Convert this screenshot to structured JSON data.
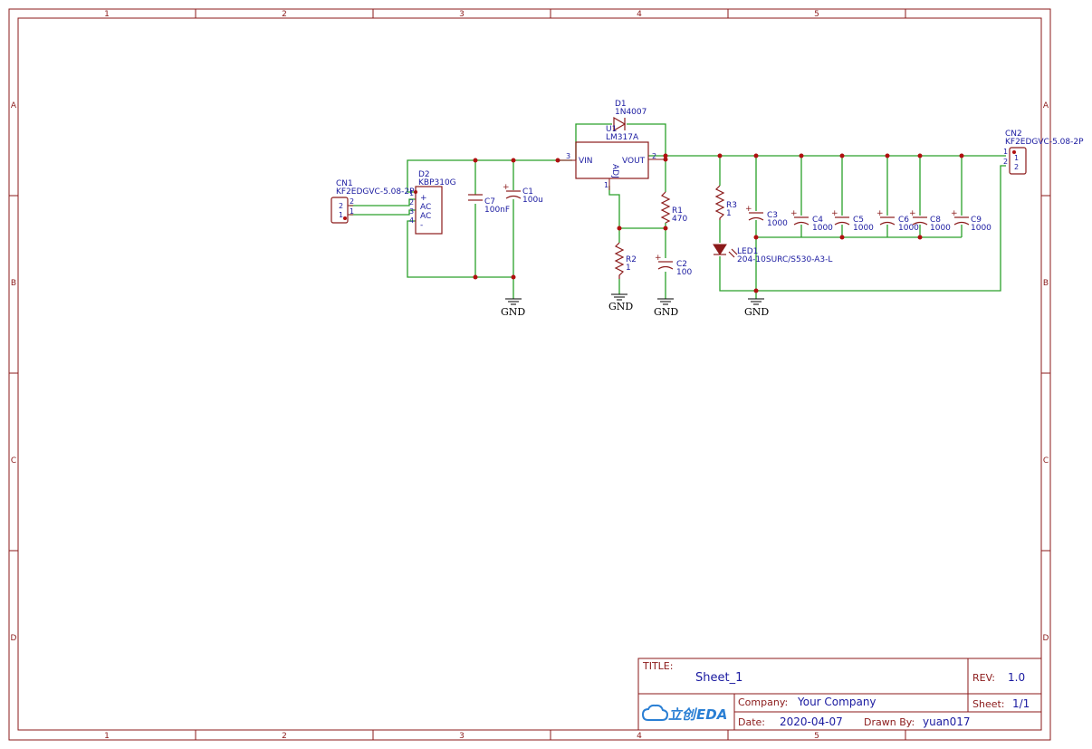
{
  "grid": {
    "columns": [
      "1",
      "2",
      "3",
      "4",
      "5"
    ],
    "rows": [
      "A",
      "B",
      "C",
      "D"
    ]
  },
  "components": {
    "cn1": {
      "ref": "CN1",
      "value": "KF2EDGVC-5.08-2P",
      "pins": [
        "2",
        "1"
      ]
    },
    "d2": {
      "ref": "D2",
      "value": "KBP310G",
      "pins": [
        "1",
        "2",
        "3",
        "4"
      ],
      "pin_names": [
        "+",
        "AC",
        "AC",
        "-"
      ]
    },
    "c7": {
      "ref": "C7",
      "value": "100nF"
    },
    "c1": {
      "ref": "C1",
      "value": "100u"
    },
    "d1": {
      "ref": "D1",
      "value": "1N4007"
    },
    "u1": {
      "ref": "U1",
      "value": "LM317A",
      "pin_vin": "VIN",
      "pin_vout": "VOUT",
      "pin_adj": "ADJ",
      "num_vin": "3",
      "num_vout": "2",
      "num_adj": "1"
    },
    "r1": {
      "ref": "R1",
      "value": "470"
    },
    "r2": {
      "ref": "R2",
      "value": "1"
    },
    "c2": {
      "ref": "C2",
      "value": "100"
    },
    "r3": {
      "ref": "R3",
      "value": "1"
    },
    "led1": {
      "ref": "LED1",
      "value": "204-10SURC/S530-A3-L"
    },
    "c3": {
      "ref": "C3",
      "value": "1000"
    },
    "c4": {
      "ref": "C4",
      "value": "1000"
    },
    "c5": {
      "ref": "C5",
      "value": "1000"
    },
    "c6": {
      "ref": "C6",
      "value": "1000"
    },
    "c8": {
      "ref": "C8",
      "value": "1000"
    },
    "c9": {
      "ref": "C9",
      "value": "1000"
    },
    "cn2": {
      "ref": "CN2",
      "value": "KF2EDGVC-5.08-2P",
      "pins": [
        "1",
        "2"
      ]
    },
    "gnd_label": "GND"
  },
  "title_block": {
    "title_label": "TITLE:",
    "title": "Sheet_1",
    "rev_label": "REV:",
    "rev": "1.0",
    "company_label": "Company:",
    "company": "Your Company",
    "sheet_label": "Sheet:",
    "sheet": "1/1",
    "date_label": "Date:",
    "date": "2020-04-07",
    "drawn_label": "Drawn By:",
    "drawn_by": "yuan017",
    "logo_cn": "立创",
    "logo_eda": "EDA"
  }
}
